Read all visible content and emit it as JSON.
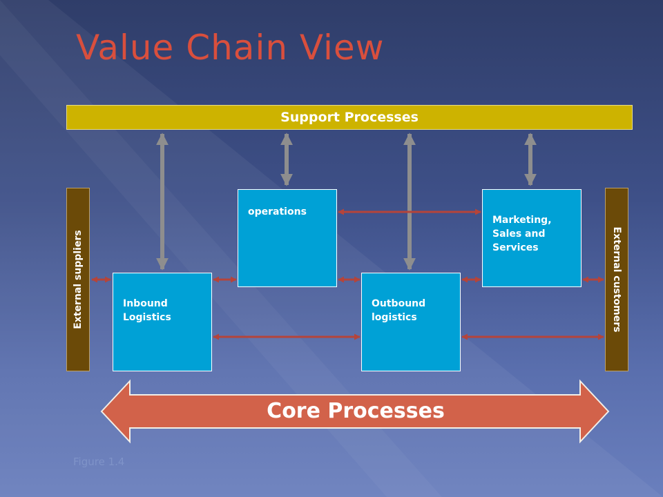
{
  "title": "Value Chain View",
  "support": {
    "label": "Support Processes"
  },
  "external": {
    "suppliers": "External suppliers",
    "customers": "External customers"
  },
  "boxes": {
    "inbound": "Inbound\nLogistics",
    "operations": "operations",
    "outbound": "Outbound\nlogistics",
    "marketing": "Marketing,\nSales and\nServices"
  },
  "core": {
    "label": "Core Processes"
  },
  "caption": "Figure 1.4",
  "colors": {
    "support_bar": "#cdb300",
    "external_bar": "#6b4a08",
    "process_box": "#00a1d6",
    "core_arrow": "#d2624a",
    "link_arrow": "#b5443a",
    "vertical_arrow": "#8e8e8e",
    "title": "#d94f3d"
  }
}
